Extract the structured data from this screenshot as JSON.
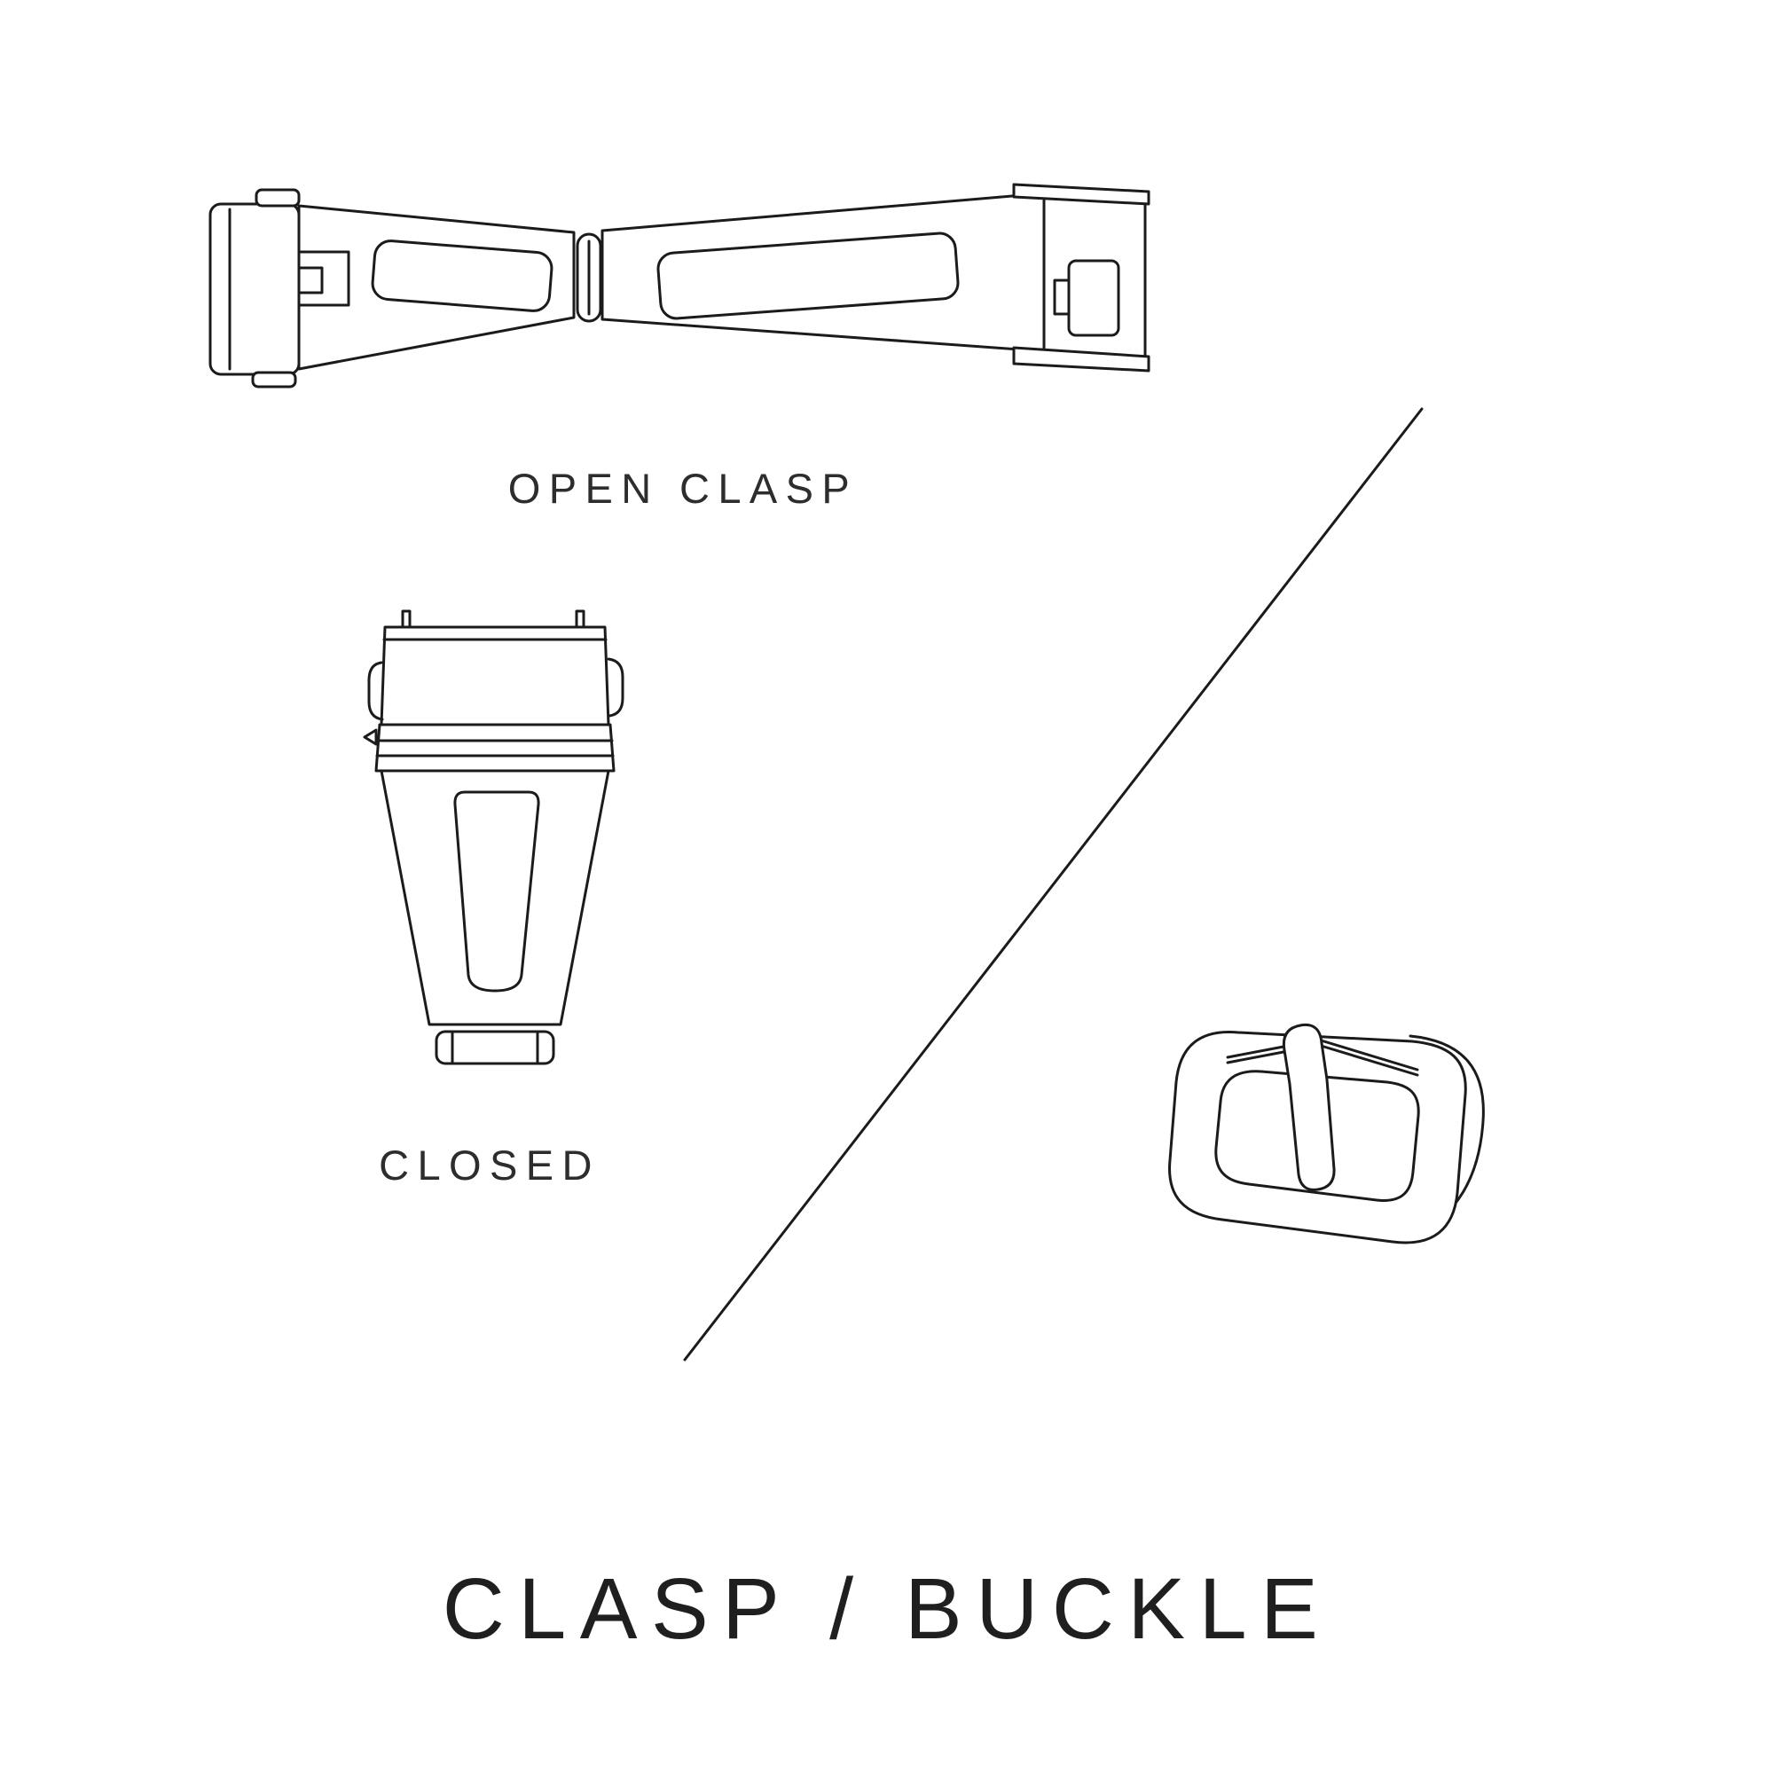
{
  "page": {
    "background": "#ffffff",
    "line_color": "#1b1b1b",
    "text_color": "#2d2d2d"
  },
  "diagram": {
    "title": "CLASP / BUCKLE",
    "labels": {
      "open_clasp": "OPEN CLASP",
      "closed": "CLOSED"
    },
    "illustrations": [
      {
        "id": "open-clasp-illustration",
        "caption": "OPEN CLASP"
      },
      {
        "id": "closed-clasp-illustration",
        "caption": "CLOSED"
      },
      {
        "id": "tang-buckle-illustration",
        "caption": ""
      }
    ]
  }
}
